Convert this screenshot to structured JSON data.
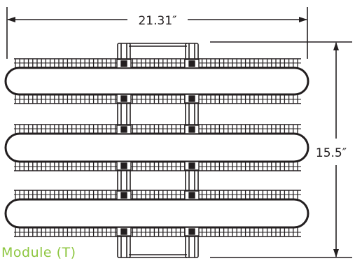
{
  "dimensions": {
    "width_label": "21.31″",
    "height_label": "15.5″"
  },
  "module_caption": "Module (T)",
  "colors": {
    "line": "#231f20",
    "caption": "#8dc63f"
  }
}
